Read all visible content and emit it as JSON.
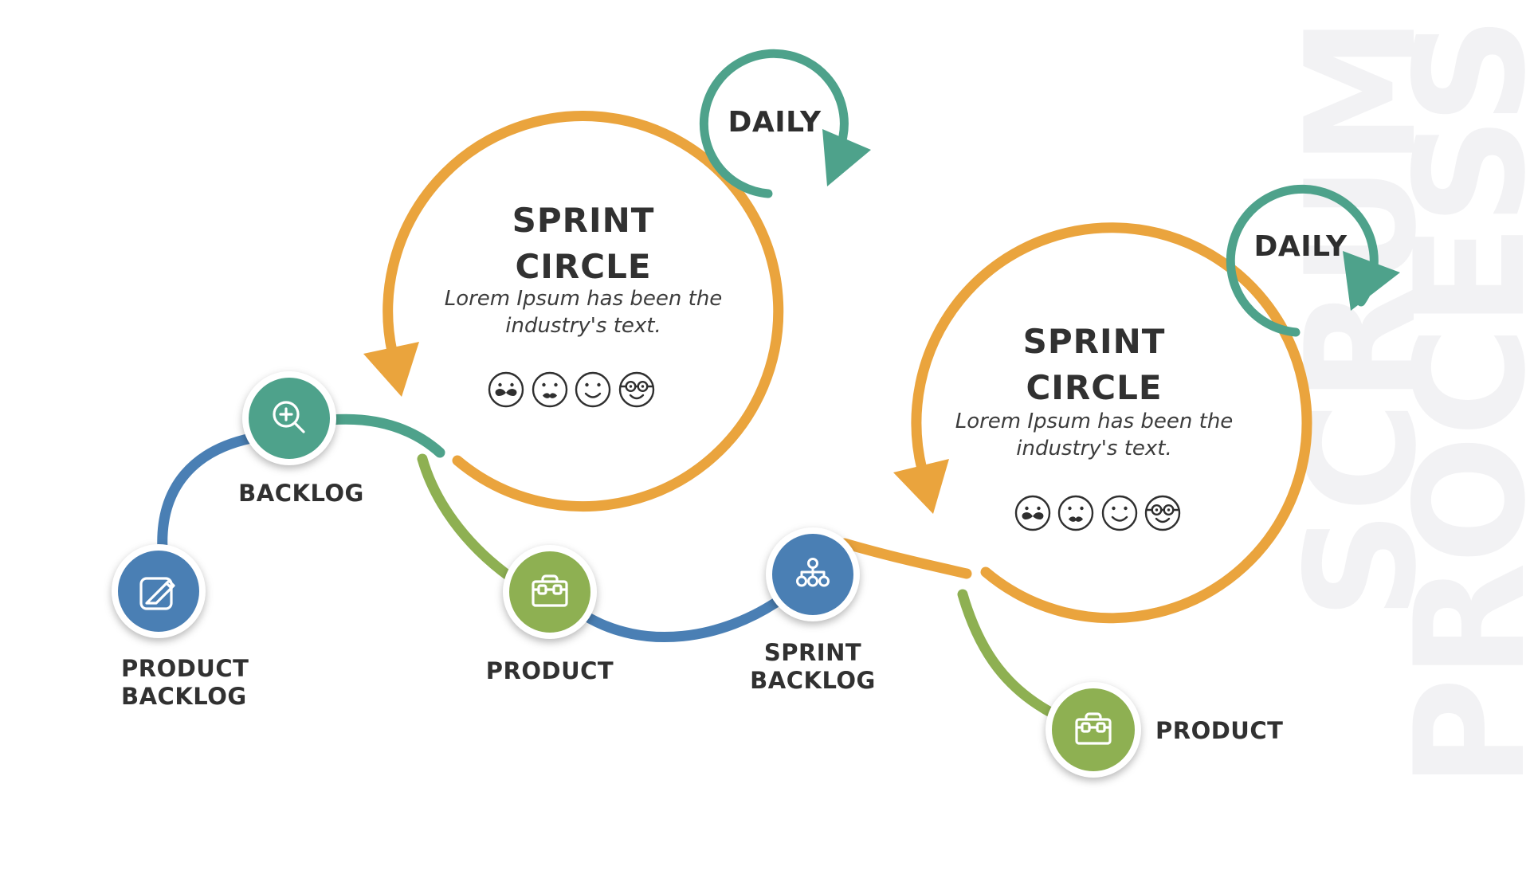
{
  "watermark": {
    "line1": "SCRUM",
    "line2": "PROCESS",
    "color": "#f2f2f4"
  },
  "circles": [
    {
      "title_line1": "SPRINT",
      "title_line2": "CIRCLE",
      "subtitle_line1": "Lorem Ipsum has been the",
      "subtitle_line2": "industry's text.",
      "daily_label": "DAILY",
      "team_faces": [
        "face-mustache-icon",
        "face-lips-icon",
        "face-smile-icon",
        "face-glasses-icon"
      ]
    },
    {
      "title_line1": "SPRINT",
      "title_line2": "CIRCLE",
      "subtitle_line1": "Lorem Ipsum has been the",
      "subtitle_line2": "industry's text.",
      "daily_label": "DAILY",
      "team_faces": [
        "face-mustache-icon",
        "face-lips-icon",
        "face-smile-icon",
        "face-glasses-icon"
      ]
    }
  ],
  "nodes": [
    {
      "id": "product-backlog",
      "label_line1": "PRODUCT",
      "label_line2": "BACKLOG",
      "icon": "edit-icon",
      "color": "#4a7fb4"
    },
    {
      "id": "backlog",
      "label": "BACKLOG",
      "icon": "zoom-in-icon",
      "color": "#4ea28b"
    },
    {
      "id": "product-1",
      "label": "PRODUCT",
      "icon": "briefcase-icon",
      "color": "#8eb052"
    },
    {
      "id": "sprint-backlog",
      "label_line1": "SPRINT",
      "label_line2": "BACKLOG",
      "icon": "sitemap-icon",
      "color": "#4a7fb4"
    },
    {
      "id": "product-2",
      "label": "PRODUCT",
      "icon": "briefcase-icon",
      "color": "#8eb052"
    }
  ],
  "colors": {
    "orange": "#eaa43d",
    "teal": "#4ea28b",
    "blue": "#4a7fb4",
    "olive": "#8eb052",
    "text_dark": "#313131",
    "watermark": "#f2f2f4",
    "background": "#ffffff"
  }
}
